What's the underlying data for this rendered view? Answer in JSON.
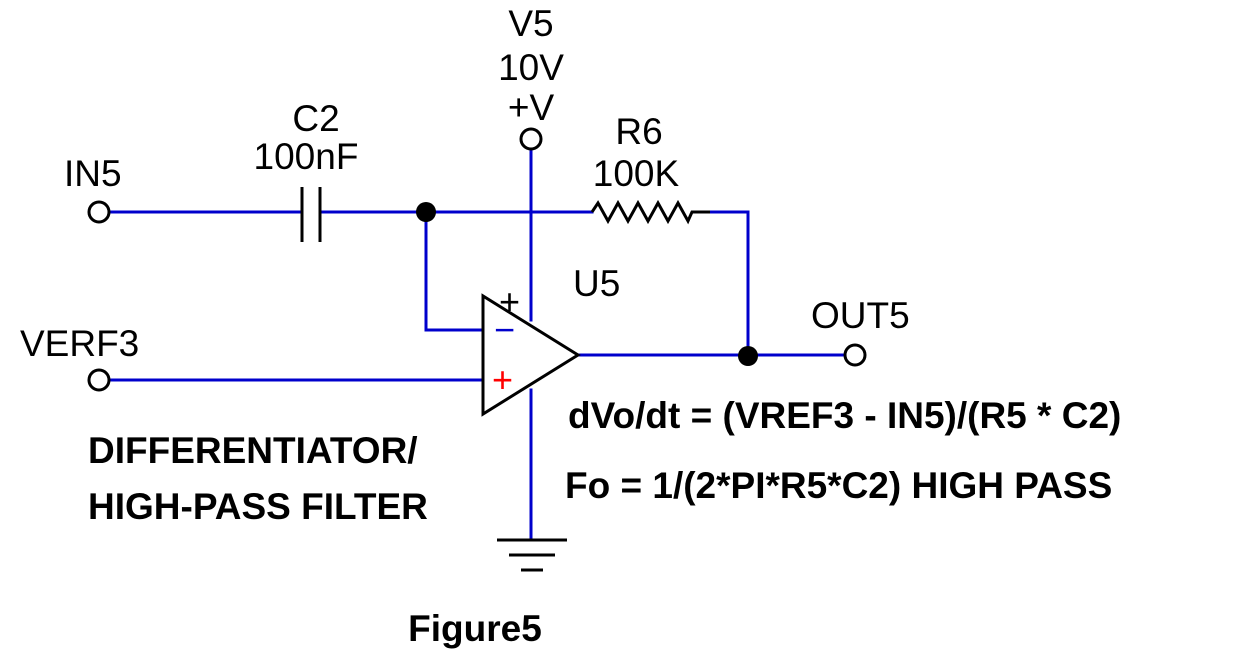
{
  "components": {
    "supply": {
      "name": "V5",
      "value": "10V",
      "pin_label": "+V"
    },
    "capacitor": {
      "name": "C2",
      "value": "100nF"
    },
    "resistor": {
      "name": "R6",
      "value": "100K"
    },
    "opamp": {
      "name": "U5",
      "inverting_sign": "−",
      "noninverting_sign": "+",
      "supply_sign": "+"
    }
  },
  "ports": {
    "input": "IN5",
    "reference": "VERF3",
    "output": "OUT5"
  },
  "annotations": {
    "title_line1": "DIFFERENTIATOR/",
    "title_line2": "HIGH-PASS FILTER",
    "equation1": "dVo/dt = (VREF3 - IN5)/(R5 * C2)",
    "equation2": "Fo = 1/(2*PI*R5*C2) HIGH PASS",
    "caption": "Figure5"
  },
  "colors": {
    "wire": "#0000cc",
    "component": "#000000",
    "noninverting_sign": "#ff0000",
    "inverting_sign": "#0000cc"
  }
}
